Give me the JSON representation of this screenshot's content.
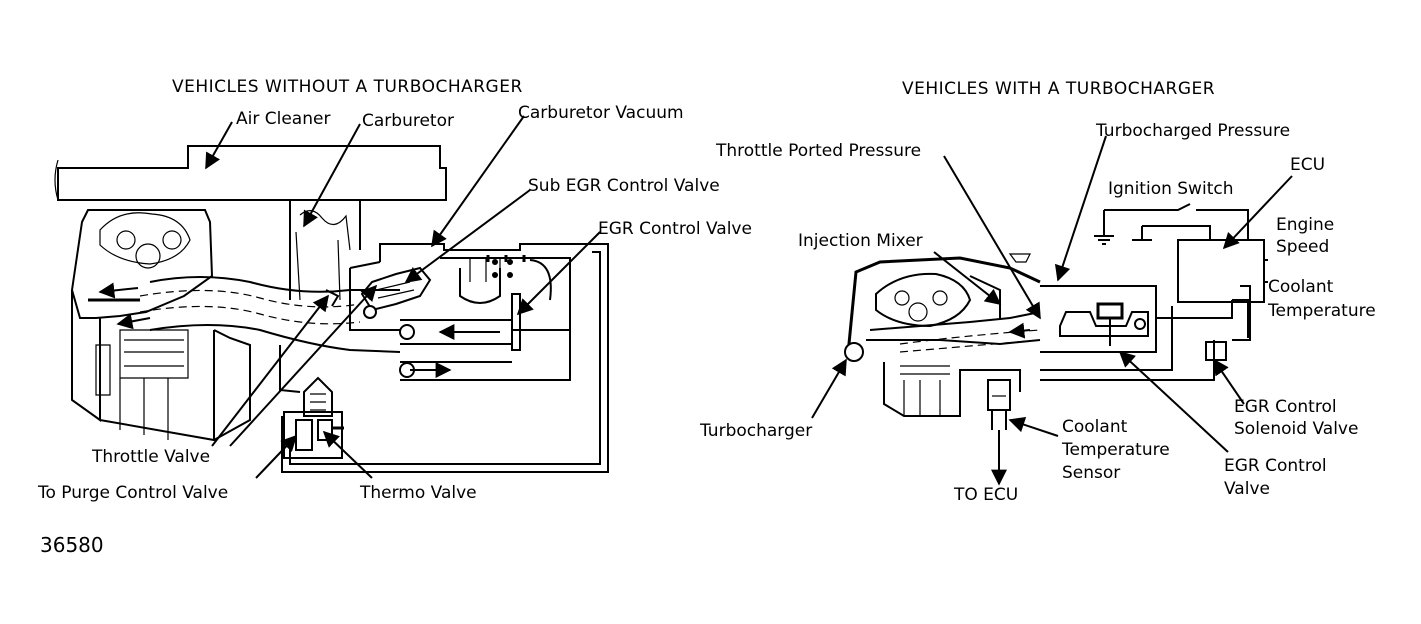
{
  "left_panel": {
    "title": "VEHICLES WITHOUT A TURBOCHARGER",
    "labels": {
      "air_cleaner": "Air Cleaner",
      "carburetor": "Carburetor",
      "carburetor_vacuum": "Carburetor Vacuum",
      "sub_egr_control_valve": "Sub EGR Control Valve",
      "egr_control_valve": "EGR Control Valve",
      "throttle_valve": "Throttle Valve",
      "to_purge_control_valve": "To Purge Control Valve",
      "thermo_valve": "Thermo Valve"
    }
  },
  "right_panel": {
    "title": "VEHICLES WITH A TURBOCHARGER",
    "labels": {
      "turbocharged_pressure": "Turbocharged Pressure",
      "throttle_ported_pressure": "Throttle Ported Pressure",
      "ecu": "ECU",
      "ignition_switch": "Ignition Switch",
      "engine_speed_line1": "Engine",
      "engine_speed_line2": "Speed",
      "injection_mixer": "Injection Mixer",
      "coolant_temperature_line1": "Coolant",
      "coolant_temperature_line2": "Temperature",
      "turbocharger": "Turbocharger",
      "coolant_temp_sensor_line1": "Coolant",
      "coolant_temp_sensor_line2": "Temperature",
      "coolant_temp_sensor_line3": "Sensor",
      "egr_solenoid_line1": "EGR Control",
      "egr_solenoid_line2": "Solenoid Valve",
      "egr_control_valve_line1": "EGR Control",
      "egr_control_valve_line2": "Valve",
      "to_ecu": "TO ECU"
    }
  },
  "figure_number": "36580"
}
